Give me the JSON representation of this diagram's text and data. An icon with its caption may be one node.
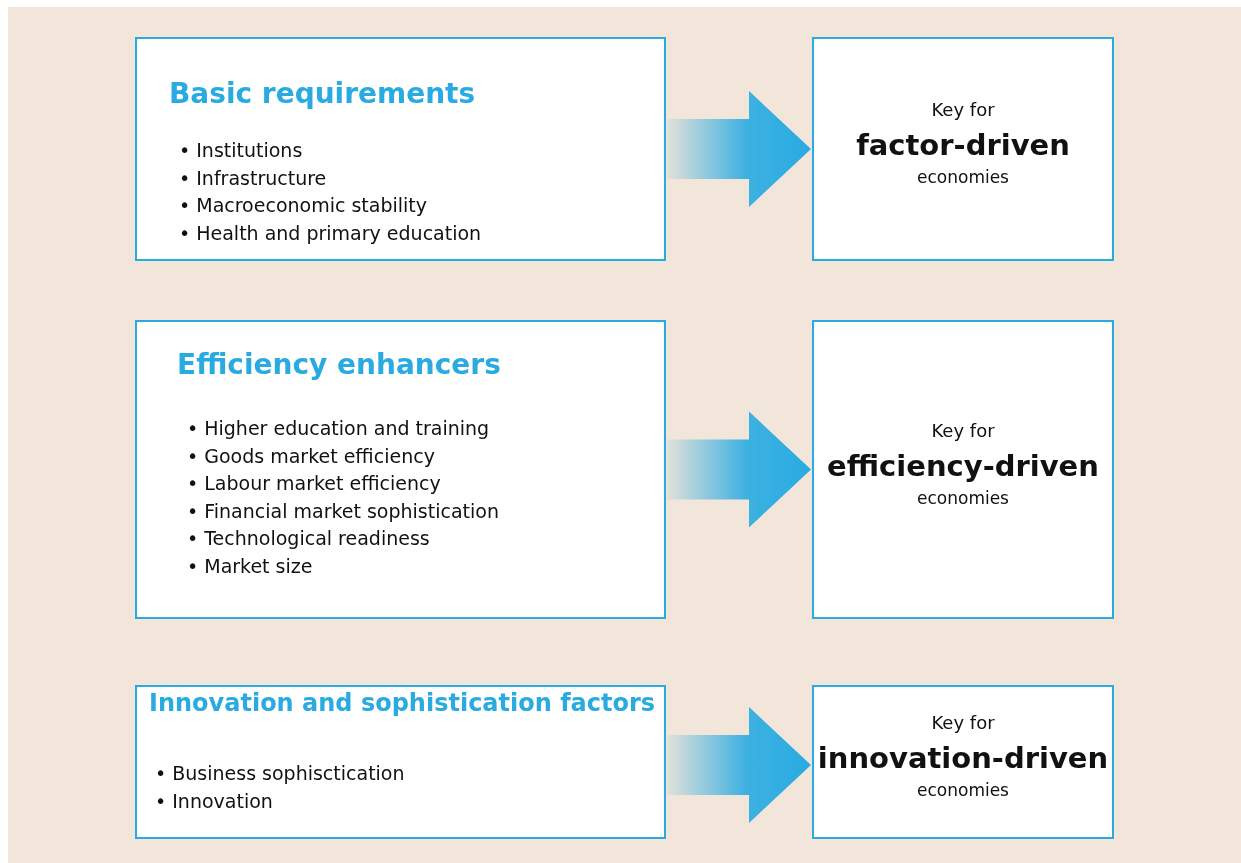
{
  "diagram": {
    "nodes": [
      {
        "text": [
          "Basic requirements",
          "• Institutions",
          "• Infrastructure",
          "• Macroeconomic stability",
          "• Health and primary education"
        ]
      },
      {
        "text": [
          "Key for",
          "factor-driven",
          "economies"
        ]
      },
      {
        "text": [
          "Efficiency enhancers",
          "• Higher education and training",
          "• Goods market efficiency",
          "• Labour market efficiency",
          "• Financial market sophistication",
          "• Technological readiness",
          "• Market size"
        ]
      },
      {
        "text": [
          "Key for",
          "efficiency-driven",
          "economies"
        ]
      },
      {
        "text": [
          "Innovation and sophistication factors",
          "• Business sophisctication",
          "• Innovation"
        ]
      },
      {
        "text": [
          "Key for",
          "innovation-driven",
          "economies"
        ]
      }
    ],
    "edges": [
      {
        "from": 0,
        "to": 1,
        "arrow": "to"
      },
      {
        "from": 2,
        "to": 3,
        "arrow": "to"
      },
      {
        "from": 4,
        "to": 5,
        "arrow": "to"
      }
    ]
  }
}
